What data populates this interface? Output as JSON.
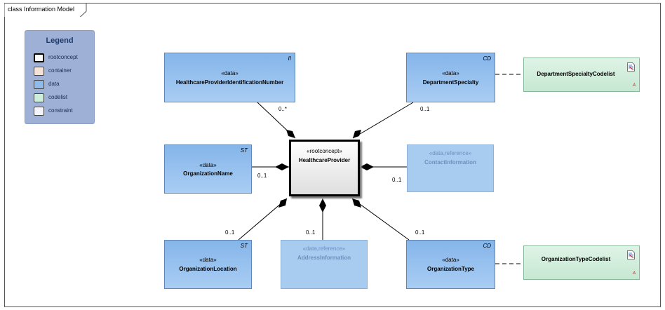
{
  "frame": {
    "title": "class Information Model"
  },
  "legend": {
    "title": "Legend",
    "items": [
      {
        "label": "rootconcept",
        "color": "#ffffff"
      },
      {
        "label": "container",
        "color": "#f5e3d7"
      },
      {
        "label": "data",
        "color": "#8fbcec"
      },
      {
        "label": "codelist",
        "color": "#cdeed8"
      },
      {
        "label": "constraint",
        "color": "#f4f5fb"
      }
    ]
  },
  "classes": {
    "root": {
      "stereotype": "«rootconcept»",
      "name": "HealthcareProvider"
    },
    "hpin": {
      "stereotype": "«data»",
      "name": "HealthcareProviderIdentificationNumber",
      "tag": "II"
    },
    "dept": {
      "stereotype": "«data»",
      "name": "DepartmentSpecialty",
      "tag": "CD"
    },
    "orgname": {
      "stereotype": "«data»",
      "name": "OrganizationName",
      "tag": "ST"
    },
    "contact": {
      "stereotype": "«data,reference»",
      "name": "ContactInformation"
    },
    "orgloc": {
      "stereotype": "«data»",
      "name": "OrganizationLocation",
      "tag": "ST"
    },
    "address": {
      "stereotype": "«data,reference»",
      "name": "AddressInformation"
    },
    "orgtype": {
      "stereotype": "«data»",
      "name": "OrganizationType",
      "tag": "CD"
    },
    "deptcl": {
      "name": "DepartmentSpecialtyCodelist",
      "marker": "A"
    },
    "orgtypecl": {
      "name": "OrganizationTypeCodelist",
      "marker": "A"
    }
  },
  "multiplicities": {
    "hpin": "0..*",
    "dept": "0..1",
    "orgname": "0..1",
    "contact": "0..1",
    "orgloc": "0..1",
    "address": "0..1",
    "orgtype": "0..1"
  }
}
